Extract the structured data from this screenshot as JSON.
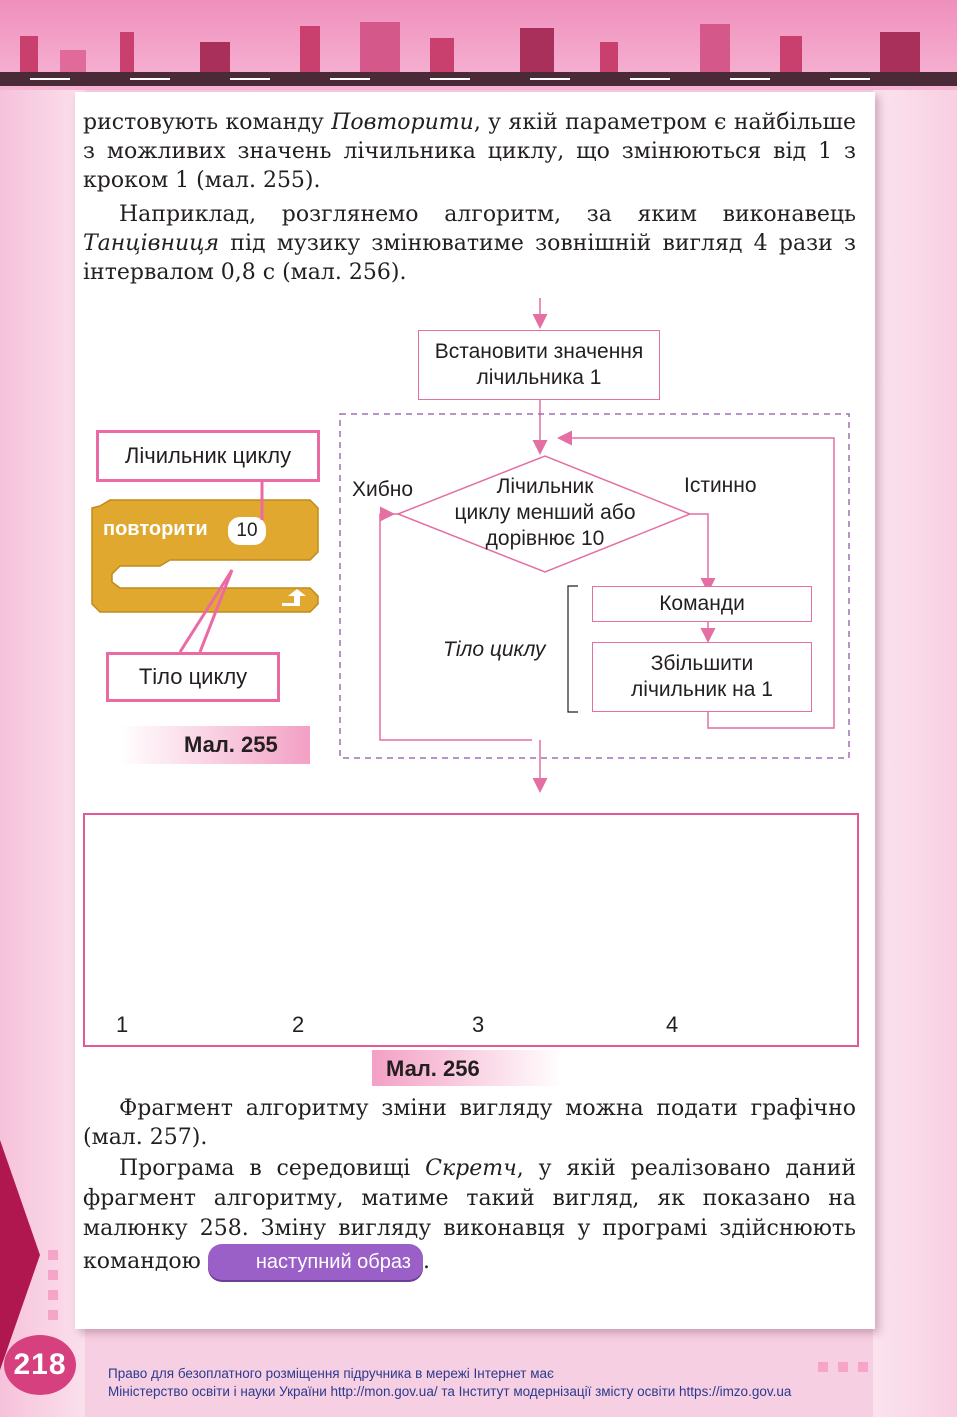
{
  "body": {
    "p1": {
      "t1": "ристовують команду ",
      "i1": "Повторити",
      "t2": ", у якій параметром є найбільше з можливих значень лічильника циклу, що змінюються від 1 з кроком 1 (мал. 255)."
    },
    "p2": {
      "t1": "Наприклад, розглянемо алгоритм, за яким виконавець ",
      "i1": "Танцівниця",
      "t2": " під музику змінюватиме зовнішній вигляд 4 рази з інтервалом 0,8 с (мал. 256)."
    },
    "p3": "Фрагмент алгоритму зміни вигляду можна подати графічно (мал. 257).",
    "p4": {
      "t1": "Програма в середовищі ",
      "i1": "Скретч",
      "t2": ", у якій реалізовано даний фрагмент алгоритму, матиме такий вигляд, як показано на малюнку 258. Зміну вигляду виконавця у програмі здійснюють командою",
      "block": "наступний образ",
      "t3": "."
    }
  },
  "fig255": {
    "callout_counter": "Лічильник циклу",
    "repeat_label": "повторити",
    "repeat_value": "10",
    "callout_body": "Тіло циклу",
    "caption": "Мал. 255"
  },
  "flowchart": {
    "init_line1": "Встановити значення",
    "init_line2": "лічильника 1",
    "cond_line1": "Лічильник",
    "cond_line2": "циклу менший або",
    "cond_line3": "дорівнює 10",
    "false_label": "Хибно",
    "true_label": "Істинно",
    "commands": "Команди",
    "increment_line1": "Збільшити",
    "increment_line2": "лічильник на 1",
    "body_label": "Тіло циклу"
  },
  "fig256": {
    "numbers": [
      "1",
      "2",
      "3",
      "4"
    ],
    "caption": "Мал. 256"
  },
  "footer": {
    "page_number": "218",
    "line1": "Право для безоплатного розміщення підручника в мережі Інтернет має",
    "line2": "Міністерство освіти і науки України http://mon.gov.ua/ та Інститут модернізації змісту освіти https://imzo.gov.ua"
  },
  "colors": {
    "accent_pink": "#e45895",
    "scratch_control": "#e0a82e",
    "scratch_looks": "#9a60c7",
    "dress": "#2aa6c8"
  }
}
